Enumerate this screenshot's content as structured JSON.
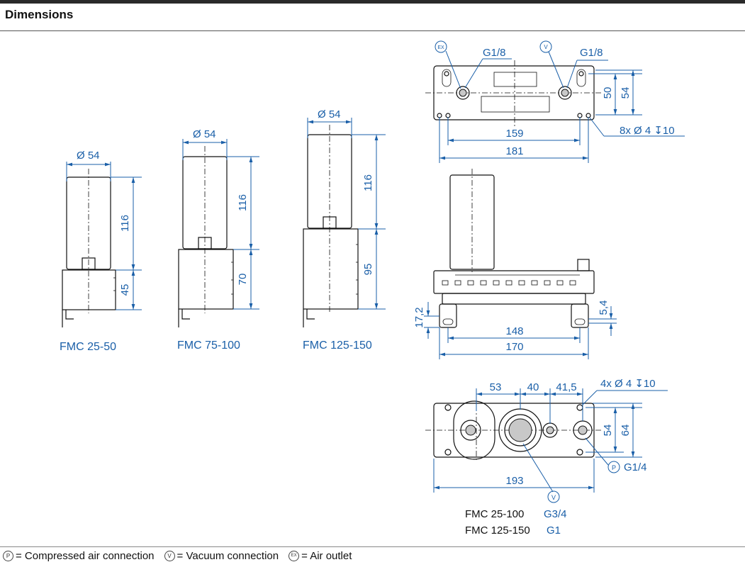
{
  "header": {
    "title": "Dimensions"
  },
  "models": {
    "fmc_25_50": {
      "label": "FMC 25-50",
      "diameter": "Ø 54",
      "dim_top": "116",
      "dim_bottom": "45"
    },
    "fmc_75_100": {
      "label": "FMC 75-100",
      "diameter": "Ø 54",
      "dim_top": "116",
      "dim_bottom": "70"
    },
    "fmc_125_150": {
      "label": "FMC 125-150",
      "diameter": "Ø 54",
      "dim_top": "116",
      "dim_bottom": "95"
    }
  },
  "top_view": {
    "ex_symbol": "EX",
    "v_symbol": "V",
    "thread_left": "G1/8",
    "thread_right": "G1/8",
    "dim_50": "50",
    "dim_54": "54",
    "dim_159": "159",
    "dim_181": "181",
    "holes": "8x Ø 4 ↧10"
  },
  "side_view": {
    "dim_17_2": "17,2",
    "dim_5_4": "5,4",
    "dim_148": "148",
    "dim_170": "170"
  },
  "bottom_view": {
    "dim_53": "53",
    "dim_40": "40",
    "dim_41_5": "41,5",
    "holes": "4x Ø 4 ↧10",
    "dim_54": "54",
    "dim_64": "64",
    "dim_193": "193",
    "p_symbol": "P",
    "p_thread": "G1/4",
    "v_symbol": "V",
    "model_a": "FMC 25-100",
    "thread_a": "G3/4",
    "model_b": "FMC 125-150",
    "thread_b": "G1"
  },
  "legend": [
    {
      "symbol": "P",
      "text": "= Compressed air connection"
    },
    {
      "symbol": "V",
      "text": "= Vacuum connection"
    },
    {
      "symbol": "EX",
      "text": "= Air outlet"
    }
  ]
}
